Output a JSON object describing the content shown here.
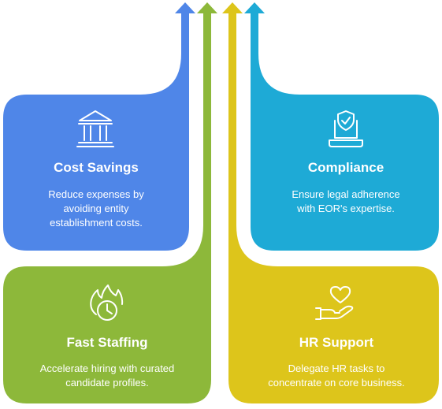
{
  "colors": {
    "blue": "#4f86e8",
    "cyan": "#1eaad6",
    "green": "#8db83a",
    "yellow": "#ddc51b",
    "text": "#ffffff"
  },
  "cards": {
    "cost_savings": {
      "title": "Cost Savings",
      "desc_lines": [
        "Reduce expenses by",
        "avoiding entity",
        "establishment costs."
      ],
      "icon": "bank-icon"
    },
    "compliance": {
      "title": "Compliance",
      "desc_lines": [
        "Ensure legal adherence",
        "with EOR's expertise."
      ],
      "icon": "laptop-shield-icon"
    },
    "fast_staffing": {
      "title": "Fast Staffing",
      "desc_lines": [
        "Accelerate hiring with curated",
        "candidate profiles."
      ],
      "icon": "fire-clock-icon"
    },
    "hr_support": {
      "title": "HR Support",
      "desc_lines": [
        "Delegate HR tasks to",
        "concentrate on core business."
      ],
      "icon": "heart-hand-icon"
    }
  }
}
